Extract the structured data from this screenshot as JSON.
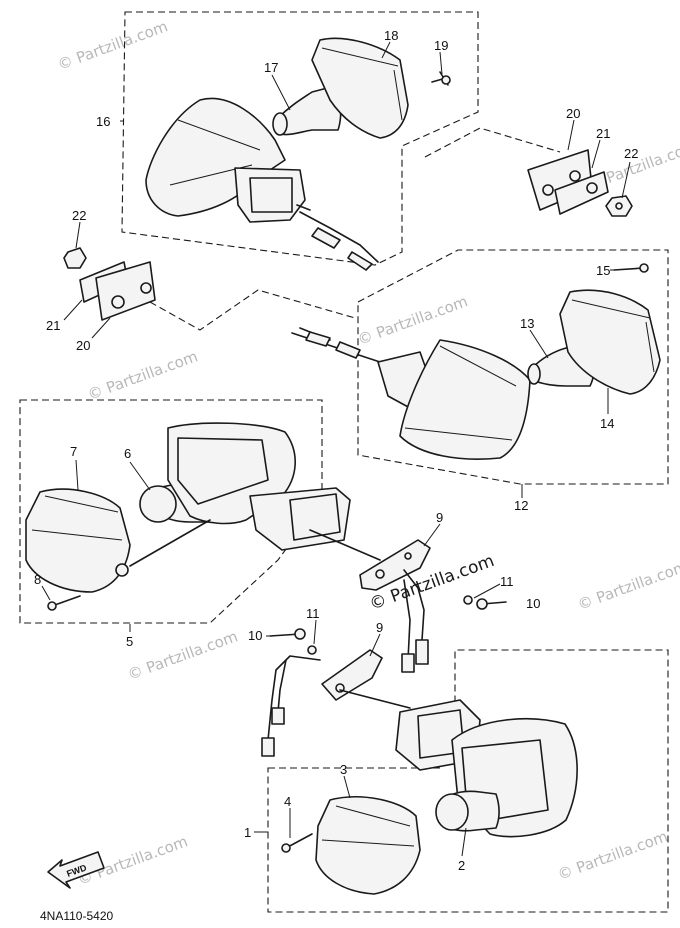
{
  "callouts": [
    "1",
    "2",
    "3",
    "4",
    "5",
    "6",
    "7",
    "8",
    "9",
    "10",
    "11",
    "12",
    "13",
    "14",
    "15",
    "16",
    "17",
    "18",
    "19",
    "20",
    "21",
    "22"
  ],
  "watermark": "© Partzilla.com",
  "diagram_code": "4NA110-5420",
  "fwd_label": "FWD"
}
